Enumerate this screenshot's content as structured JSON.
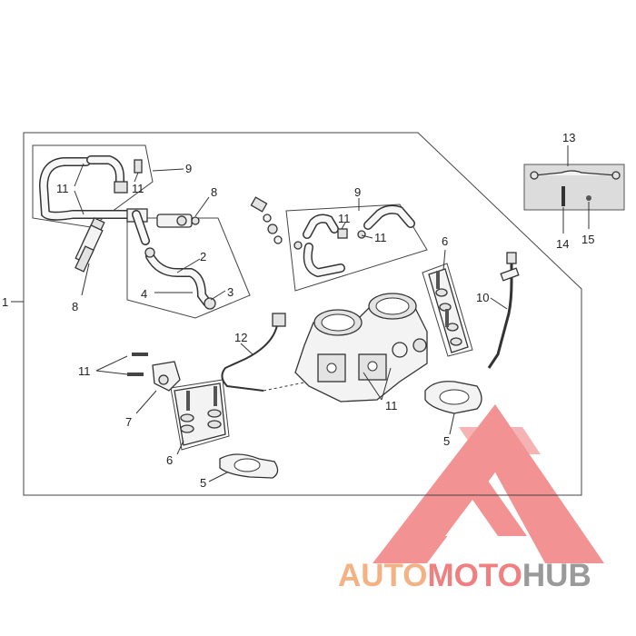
{
  "labels": {
    "l1": "1",
    "l2": "2",
    "l3": "3",
    "l4": "4",
    "l5a": "5",
    "l5b": "5",
    "l6a": "6",
    "l6b": "6",
    "l7": "7",
    "l8a": "8",
    "l8b": "8",
    "l9a": "9",
    "l9b": "9",
    "l10": "10",
    "l11a": "11",
    "l11b": "11",
    "l11c": "11",
    "l11d": "11",
    "l11e": "11",
    "l11f": "11",
    "l12": "12",
    "l13": "13",
    "l14": "14",
    "l15": "15"
  },
  "watermark": {
    "part1": "AUTO",
    "part2": "MOTO",
    "part3": "HUB",
    "color_orange": "#f4b183",
    "color_red": "#f08080",
    "color_gray": "#9a9a9a"
  },
  "colors": {
    "line": "#333333",
    "inset_bg": "#dcdcdc"
  }
}
